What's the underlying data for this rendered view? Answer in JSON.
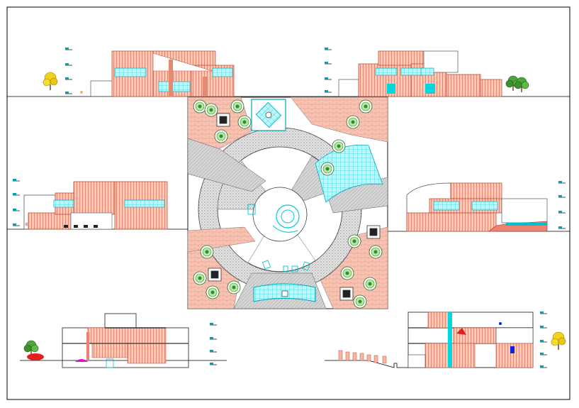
{
  "sheet": {
    "background": "#ffffff",
    "frame_color": "#000000"
  },
  "palette": {
    "cladding": "#f4b7a3",
    "cladding_dark": "#e58a70",
    "glass": "#00e5ee",
    "paving": "#cfcfcf",
    "tree_green": "#3f8f2f",
    "tree_yellow": "#f2d21b",
    "accent_magenta": "#e010c0",
    "accent_red": "#e02020",
    "accent_blue": "#1020e0",
    "level_marker": "#00a0b0"
  },
  "drawings": [
    {
      "id": "front-elevation",
      "kind": "elevation"
    },
    {
      "id": "rear-elevation",
      "kind": "elevation"
    },
    {
      "id": "left-side-elevation",
      "kind": "elevation"
    },
    {
      "id": "right-side-elevation",
      "kind": "elevation"
    },
    {
      "id": "site-plan",
      "kind": "plan",
      "shape": "circular plaza inside square site"
    },
    {
      "id": "section-a",
      "kind": "section"
    },
    {
      "id": "section-b",
      "kind": "section"
    }
  ],
  "icons": {
    "tree": "tree-icon",
    "level": "level-marker-icon"
  }
}
